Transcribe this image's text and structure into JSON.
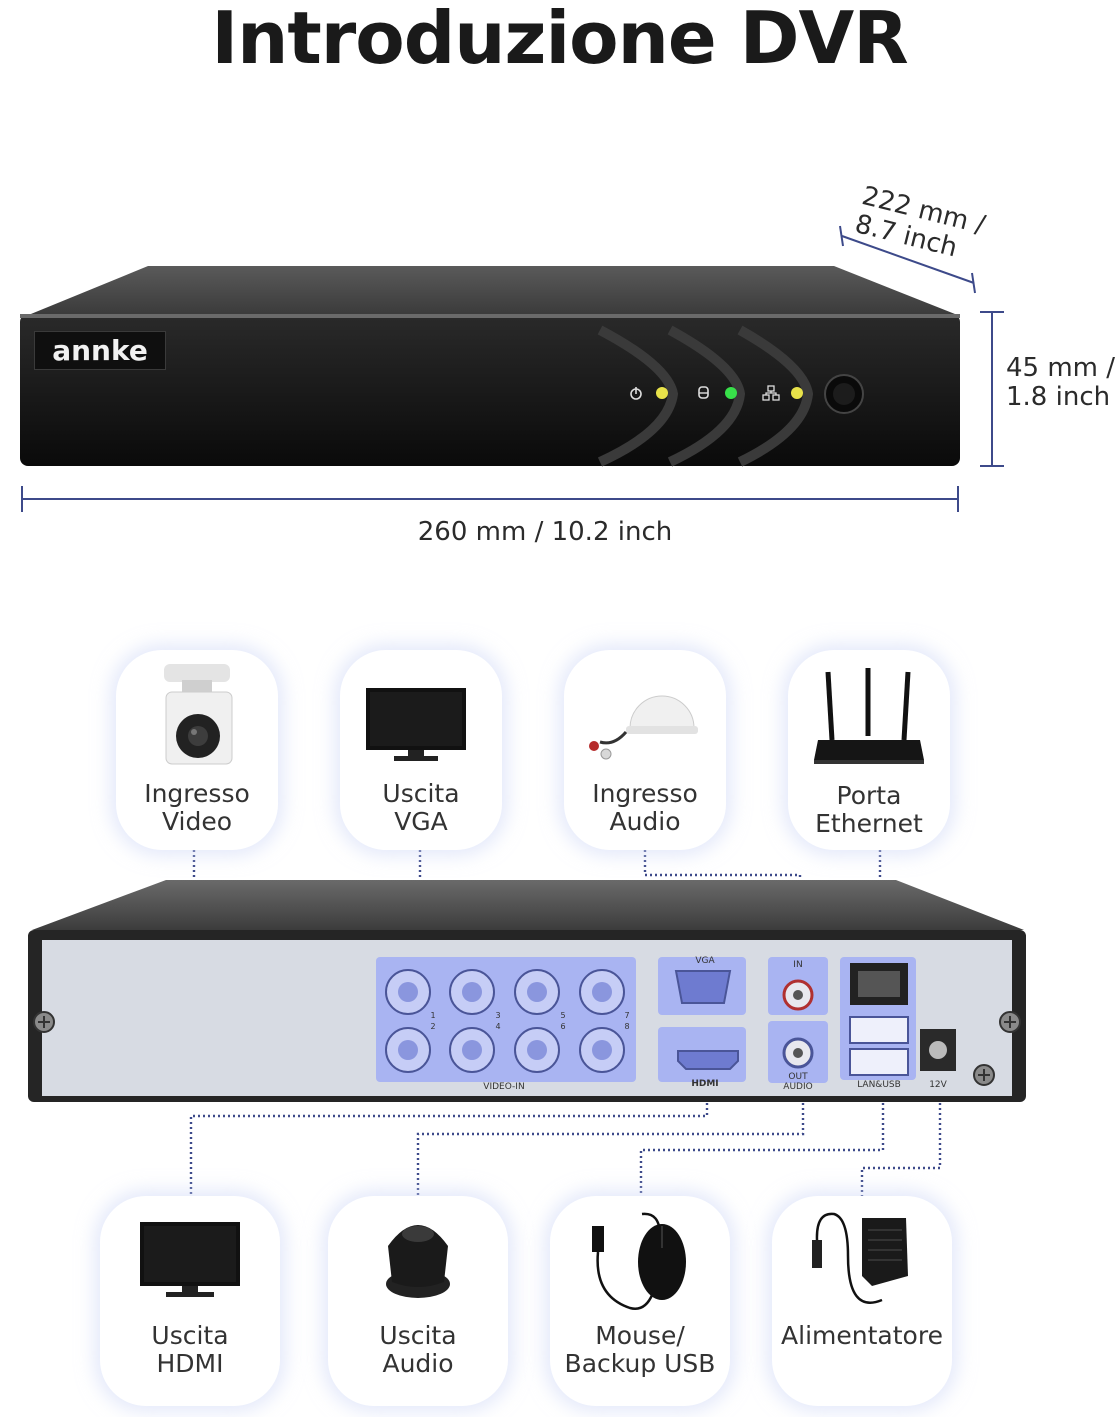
{
  "title": "Introduzione DVR",
  "brand": "annke",
  "dimensions": {
    "width": "260 mm / 10.2 inch",
    "height_line1": "45 mm /",
    "height_line2": "1.8 inch",
    "depth_line1": "222 mm /",
    "depth_line2": "8.7 inch"
  },
  "top_cards": [
    {
      "line1": "Ingresso",
      "line2": "Video",
      "icon": "camera-icon"
    },
    {
      "line1": "Uscita",
      "line2": "VGA",
      "icon": "monitor-icon"
    },
    {
      "line1": "Ingresso",
      "line2": "Audio",
      "icon": "microphone-icon"
    },
    {
      "line1": "Porta",
      "line2": "Ethernet",
      "icon": "router-icon"
    }
  ],
  "bottom_cards": [
    {
      "line1": "Uscita",
      "line2": "HDMI",
      "icon": "tv-icon"
    },
    {
      "line1": "Uscita",
      "line2": "Audio",
      "icon": "speaker-icon"
    },
    {
      "line1": "Mouse/",
      "line2": "Backup USB",
      "icon": "mouse-usb-icon"
    },
    {
      "line1": "Alimentatore",
      "line2": "",
      "icon": "power-adapter-icon"
    }
  ],
  "port_labels": {
    "vga": "VGA",
    "video_in": "VIDEO-IN",
    "hdmi": "HDMI",
    "audio": "AUDIO",
    "audio_in": "IN",
    "audio_out": "OUT",
    "lan_usb": "LAN&USB",
    "power": "12V",
    "channel_numbers": [
      "1",
      "2",
      "3",
      "4",
      "5",
      "6",
      "7",
      "8"
    ]
  },
  "colors": {
    "dimension_line": "#3d4a8a",
    "port_highlight": "#a9b4f2",
    "connector_dots": "#3d4a8a",
    "led_yellow": "#e8e24a",
    "led_green": "#38e04a"
  }
}
